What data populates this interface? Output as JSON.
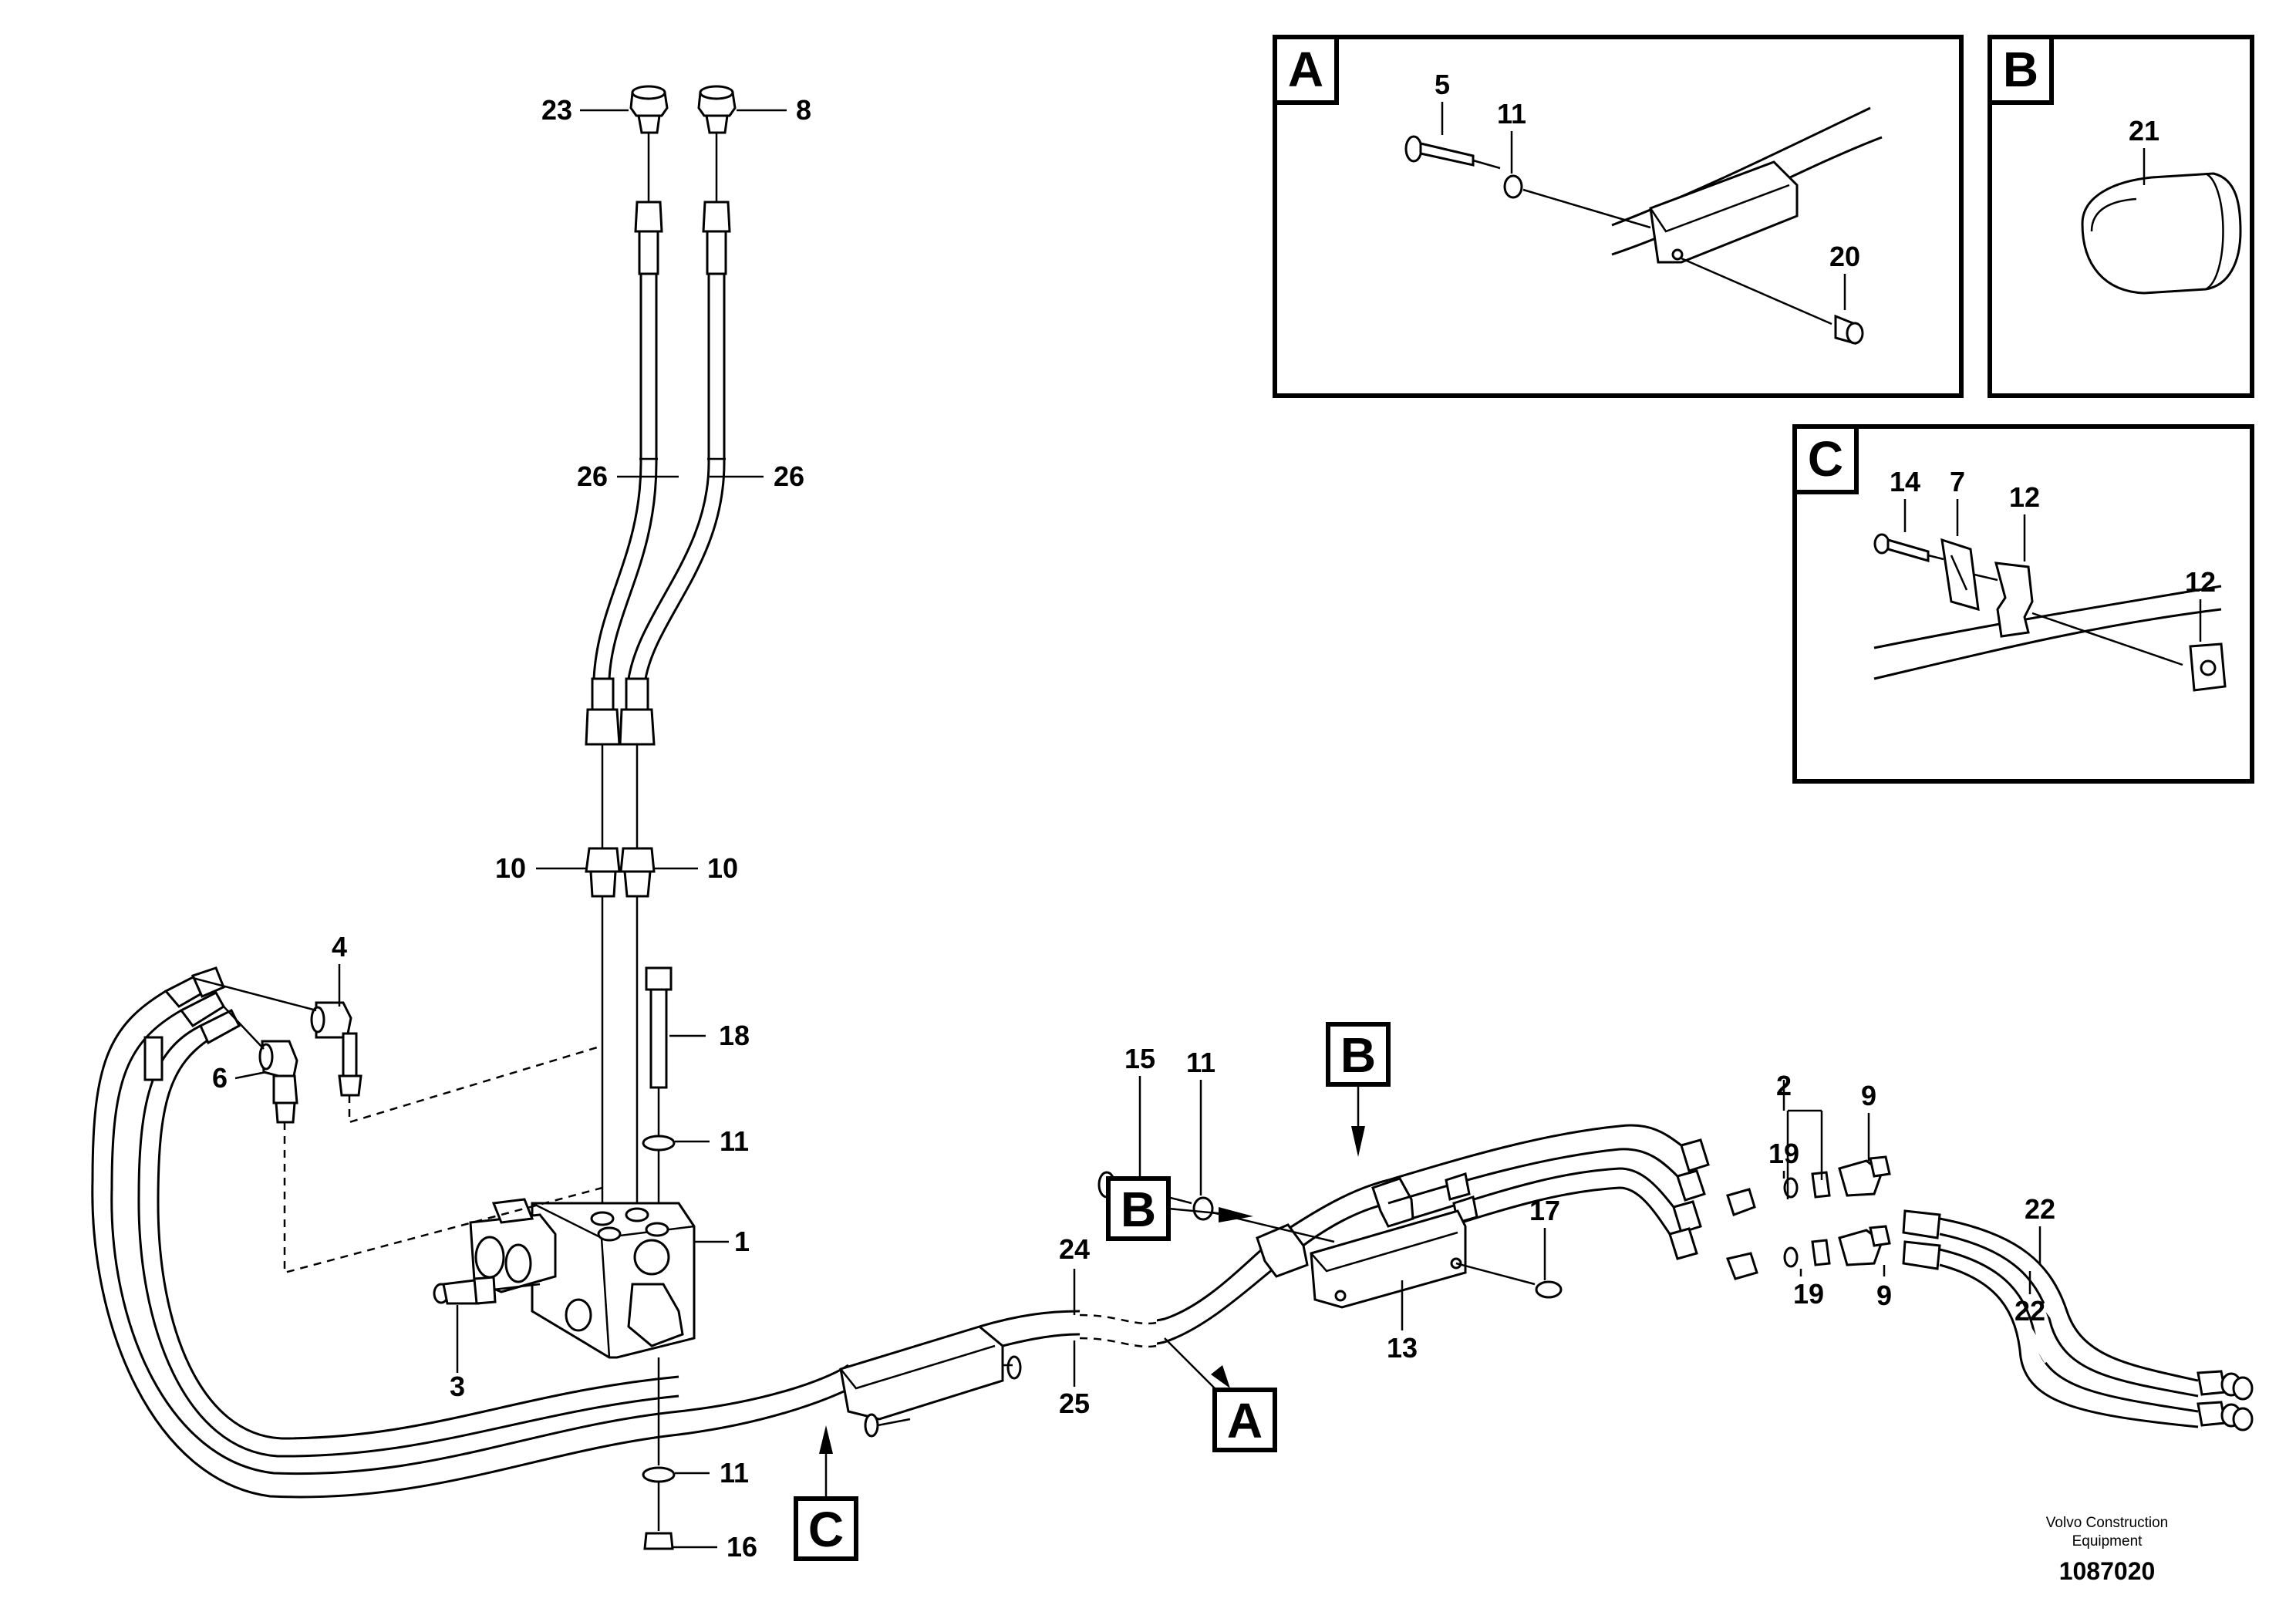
{
  "labels": {
    "p1": "1",
    "p2": "2",
    "p3": "3",
    "p4": "4",
    "p5": "5",
    "p6": "6",
    "p7": "7",
    "p8": "8",
    "p9a": "9",
    "p9b": "9",
    "p10a": "10",
    "p10b": "10",
    "p11a": "11",
    "p11b": "11",
    "p11c": "11",
    "p11d": "11",
    "p12a": "12",
    "p12b": "12",
    "p13": "13",
    "p14": "14",
    "p15": "15",
    "p16": "16",
    "p17": "17",
    "p18": "18",
    "p19a": "19",
    "p19b": "19",
    "p20": "20",
    "p21": "21",
    "p22a": "22",
    "p22b": "22",
    "p23": "23",
    "p24": "24",
    "p25": "25",
    "p26a": "26",
    "p26b": "26"
  },
  "callouts": {
    "mainA": "A",
    "mainB1": "B",
    "mainB2": "B",
    "mainC": "C",
    "insetA": "A",
    "insetB": "B",
    "insetC": "C"
  },
  "credit": {
    "line1": "Volvo Construction",
    "line2": "Equipment",
    "number": "1087020"
  }
}
